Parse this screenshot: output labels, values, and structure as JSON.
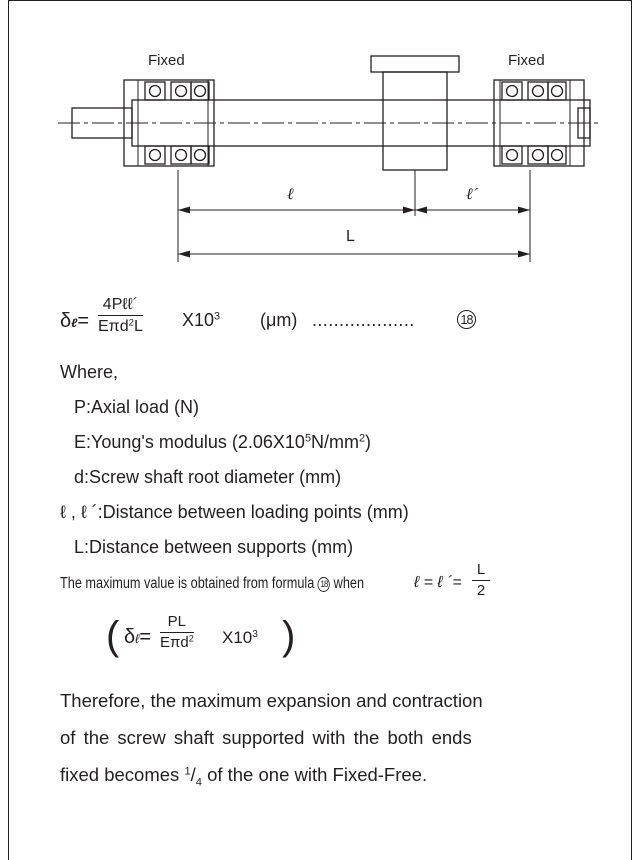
{
  "diagram": {
    "fixed_left": "Fixed",
    "fixed_right": "Fixed",
    "dim_l": "ℓ",
    "dim_l_prime": "ℓ´",
    "dim_L": "L"
  },
  "formula18": {
    "lhs": "δ",
    "lhs_sub": "ℓ",
    "eq": "=",
    "numerator": "4Pℓℓ´",
    "denominator_pre": "Eπd",
    "denominator_sup": "2",
    "denominator_post": "L",
    "mult": "X10",
    "mult_exp": "3",
    "unit": "(μm)",
    "dots": "...................",
    "ref": "18"
  },
  "where": {
    "label": "Where,",
    "items": [
      "P:Axial load (N)",
      "E:Young's modulus (2.06X10",
      "d:Screw shaft root diameter (mm)",
      "ℓ , ℓ ´:Distance between loading points (mm)",
      "L:Distance between supports (mm)"
    ],
    "young_exp": "5",
    "young_unit": "N/mm",
    "young_unit_sup": "2",
    "young_close": ")"
  },
  "max_note": {
    "text": "The maximum value is obtained from formula",
    "ref": "18",
    "when": "when",
    "cond": "ℓ = ℓ ´=",
    "frac_num": "L",
    "frac_den": "2"
  },
  "formula_max": {
    "lhs": "δ",
    "lhs_sub": "ℓ",
    "eq": "=",
    "numerator": "PL",
    "denominator": "Eπd",
    "denominator_sup": "2",
    "mult": "X10",
    "mult_exp": "3"
  },
  "conclusion": {
    "line1": "Therefore, the maximum expansion and contraction",
    "line2": "of the screw shaft supported with the both ends",
    "line3_pre": "fixed becomes",
    "frac_sup": "1",
    "frac_sub": "4",
    "line3_post": "of the one with Fixed-Free."
  }
}
